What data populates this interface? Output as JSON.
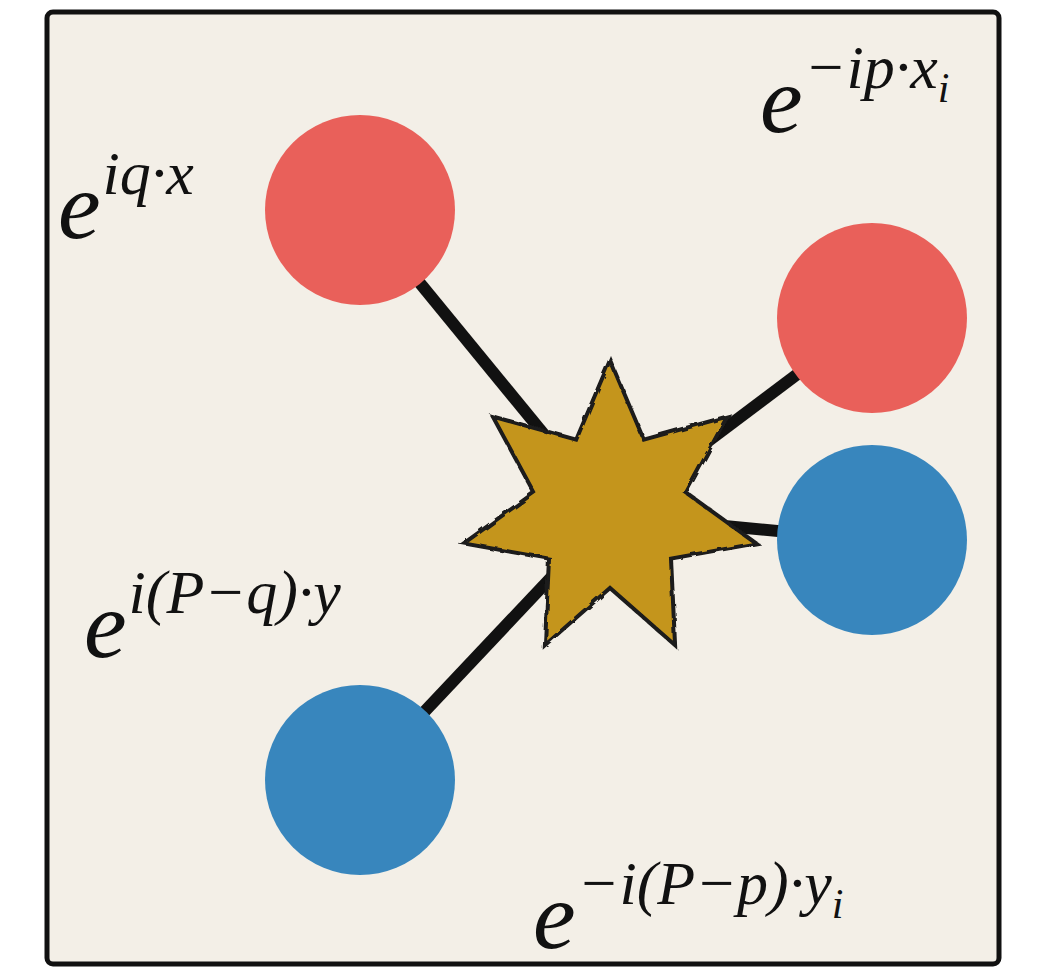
{
  "diagram": {
    "labels": [
      "e",
      "iq·x",
      "e",
      "−ip·x",
      "i",
      "e",
      "i(P−q)·y",
      "e",
      "−i(P−p)·y",
      "i"
    ]
  }
}
